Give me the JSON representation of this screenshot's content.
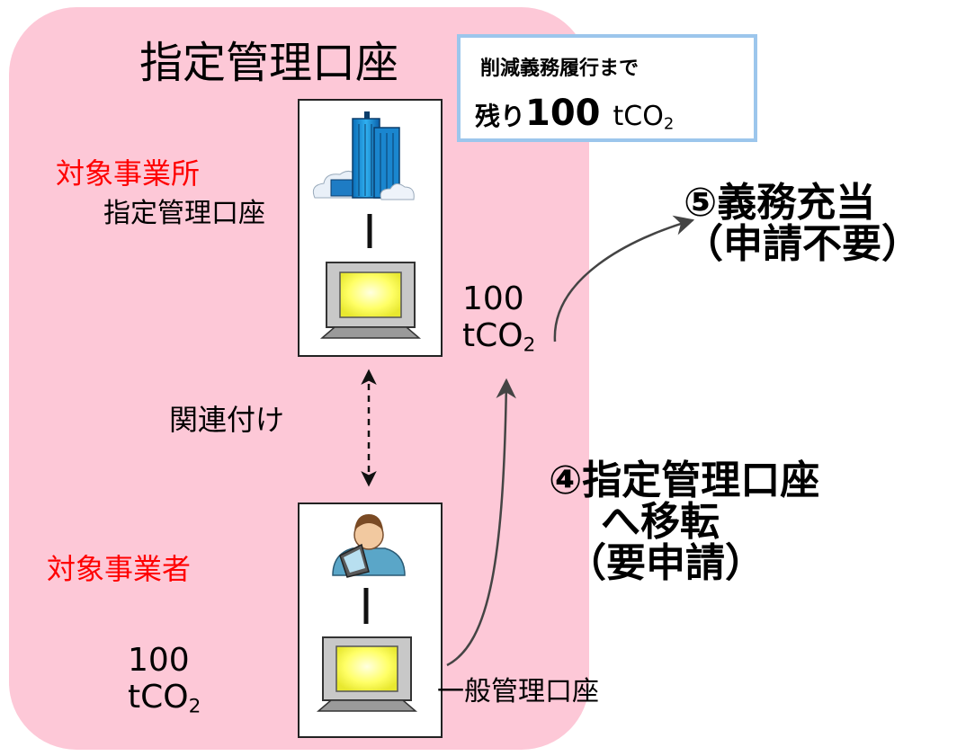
{
  "panel": {
    "title": "指定管理口座"
  },
  "callout": {
    "line1": "削減義務履行まで",
    "prefix": "残り",
    "amount": "100",
    "unit_main": "tCO",
    "unit_sub": "2"
  },
  "facility": {
    "label": "対象事業所",
    "account_label": "指定管理口座"
  },
  "link": {
    "label": "関連付け"
  },
  "operator": {
    "label": "対象事業者",
    "account_label": "一般管理口座"
  },
  "quantities": {
    "designated": {
      "value": "100",
      "unit_main": "tCO",
      "unit_sub": "2"
    },
    "general": {
      "value": "100",
      "unit_main": "tCO",
      "unit_sub": "2"
    }
  },
  "steps": {
    "five": {
      "line1": "⑤義務充当",
      "line2": "（申請不要）"
    },
    "four": {
      "line1": "④指定管理口座",
      "line2": "へ移転",
      "line3": "（要申請）"
    }
  },
  "icons": [
    "building-icon",
    "computer-monitor-icon",
    "person-with-tablet-icon"
  ],
  "colors": {
    "panel_bg": "#fdc8d7",
    "accent_red": "#ff0000",
    "callout_border": "#9cc6ec",
    "screen": "#ffff66"
  }
}
